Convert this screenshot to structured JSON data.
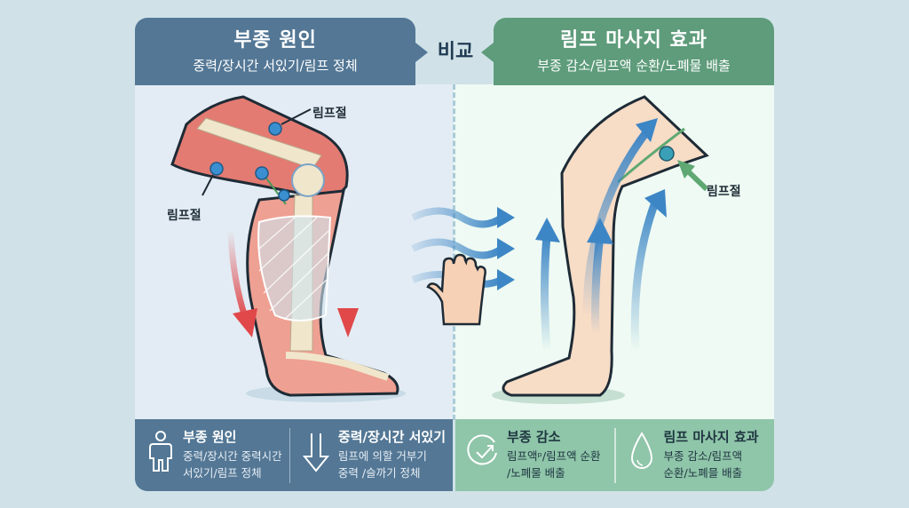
{
  "header": {
    "left": {
      "title": "부종 원인",
      "subtitle": "중력/장시간 서있기/림프 정체",
      "color": "#537795"
    },
    "compare_label": "비교",
    "right": {
      "title": "림프 마사지 효과",
      "subtitle": "부종 감소/림프액 순환/노폐물 배출",
      "color": "#5e9c7b"
    }
  },
  "illustration": {
    "left_leg": {
      "annotations": [
        {
          "label": "림프절",
          "position": "upper-right"
        },
        {
          "label": "림프절",
          "position": "left"
        }
      ],
      "icons": [
        "leg-anatomy-icon",
        "lymph-node-icon",
        "down-arrow-icon"
      ]
    },
    "middle": {
      "icons": [
        "wave-arrow-icon",
        "hand-icon"
      ]
    },
    "right_leg": {
      "annotations": [
        {
          "label": "림프절",
          "position": "right"
        }
      ],
      "icons": [
        "leg-icon",
        "up-arrow-icon",
        "lymph-node-icon"
      ]
    }
  },
  "bottom": {
    "left": [
      {
        "icon": "person-icon",
        "title": "부종 원인",
        "lines": [
          "중력/장시간 중력시간",
          "서있기/림프 정체"
        ]
      },
      {
        "icon": "down-arrow-icon",
        "title": "중력/장시간 서있기",
        "lines": [
          "림프에 의할 거부기",
          "중력 /슬까기 정체"
        ]
      }
    ],
    "right": [
      {
        "icon": "check-circle-icon",
        "title": "부종 감소",
        "lines": [
          "림프액ᵖ/림프액 순환",
          "/노폐물 배출"
        ]
      },
      {
        "icon": "water-drop-icon",
        "title": "림프 마사지 효과",
        "lines": [
          "부종 감소/림프액",
          "순환/노폐믈 배출"
        ]
      }
    ]
  },
  "colors": {
    "background": "#d0e2e8",
    "left_panel": "#e3ecf4",
    "right_panel": "#eefaf3",
    "left_accent": "#537795",
    "right_accent": "#5e9c7b",
    "right_bottom": "#8fc5a9",
    "arrow_red": "#e0484a",
    "arrow_blue": "#3d86c6"
  }
}
